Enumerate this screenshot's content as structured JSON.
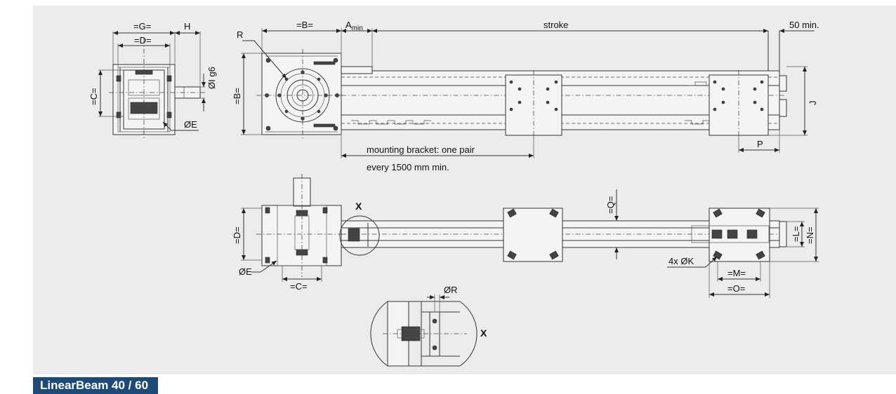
{
  "labels": {
    "g": "=G=",
    "h": "H",
    "d_top": "=D=",
    "c_left": "=C=",
    "i_g6": "ØI g6",
    "e_top": "ØE",
    "r": "R",
    "b_top": "=B=",
    "a_min_main": "A",
    "a_min_sub": "min",
    "stroke": "stroke",
    "fifty_min": "50 min.",
    "b_side": "=B=",
    "j": "J",
    "p": "P",
    "bracket_line1": "mounting bracket: one pair",
    "bracket_line2": "every 1500 mm min.",
    "q": "=Q=",
    "x_top": "X",
    "d_left": "=D=",
    "e_bottom": "ØE",
    "c_bottom": "=C=",
    "l": "=L=",
    "n": "=N=",
    "k": "4x ØK",
    "m": "=M=",
    "o": "=O=",
    "r_detail": "ØR",
    "x_detail": "X"
  },
  "tab_title": "LinearBeam 40 / 60"
}
